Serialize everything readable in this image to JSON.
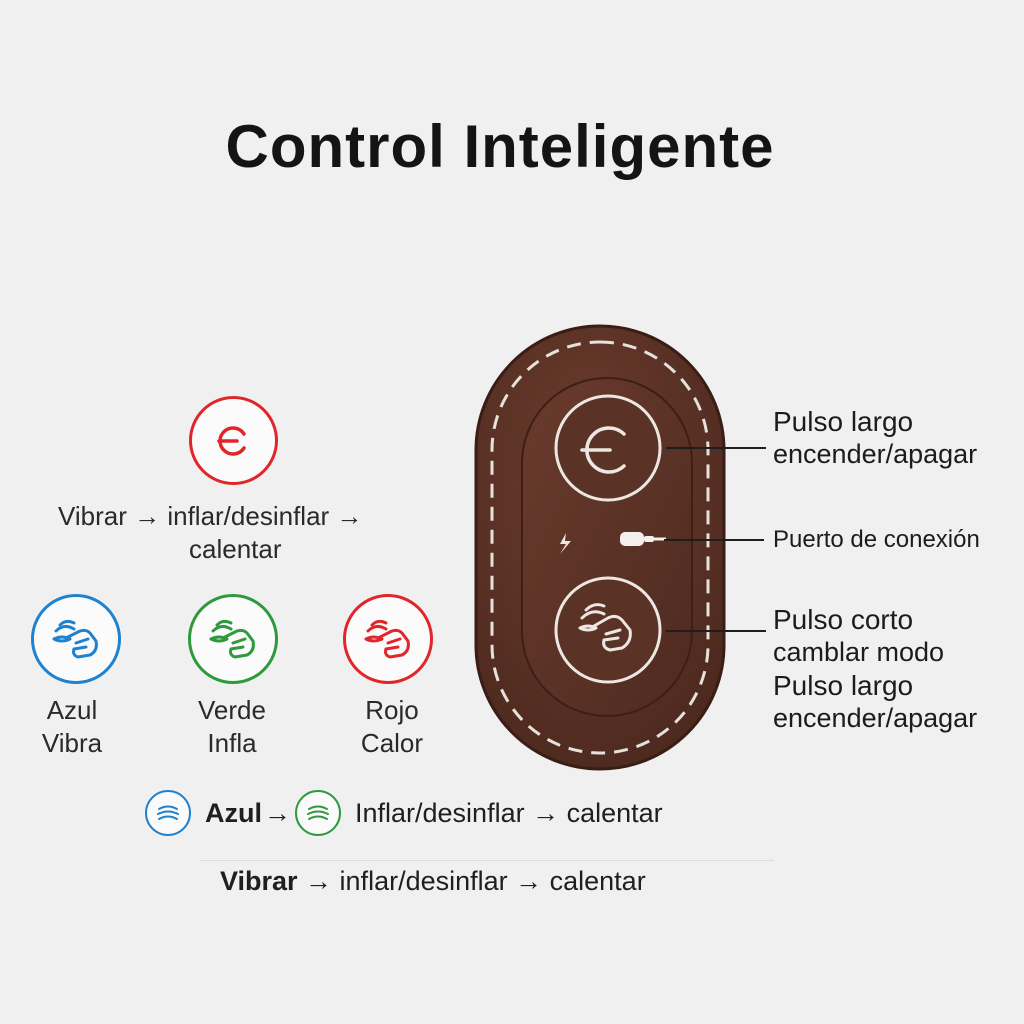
{
  "title": "Control Inteligente",
  "colors": {
    "red": "#e0262a",
    "blue": "#1f82cf",
    "green": "#2e9a3d",
    "device": "#5a3226",
    "stitch": "#e6e1dc"
  },
  "power_badge": {
    "icon": "power-icon",
    "color": "red"
  },
  "sequence": {
    "line1": "Vibrar → inflar/desinflar →",
    "line2": "calentar"
  },
  "modes": [
    {
      "icon": "hand-wave-icon",
      "color": "blue",
      "name": "Azul",
      "desc": "Vibra"
    },
    {
      "icon": "hand-wave-icon",
      "color": "green",
      "name": "Verde",
      "desc": "Infla"
    },
    {
      "icon": "hand-wave-icon",
      "color": "red",
      "name": "Rojo",
      "desc": "Calor"
    }
  ],
  "flow_row": {
    "blue_label": "Azul",
    "arrow": "→",
    "text": "Inflar/desinflar → calentar"
  },
  "flow_row2": {
    "bold": "Vibrar",
    "text": " → inflar/desinflar → calentar"
  },
  "callouts": {
    "power": {
      "line1": "Pulso largo",
      "line2": "encender/apagar"
    },
    "port": {
      "label": "Puerto de conexión"
    },
    "mode": {
      "line1": "Pulso corto",
      "line2": "camblar modo",
      "line3": "Pulso largo",
      "line4": "encender/apagar"
    }
  }
}
